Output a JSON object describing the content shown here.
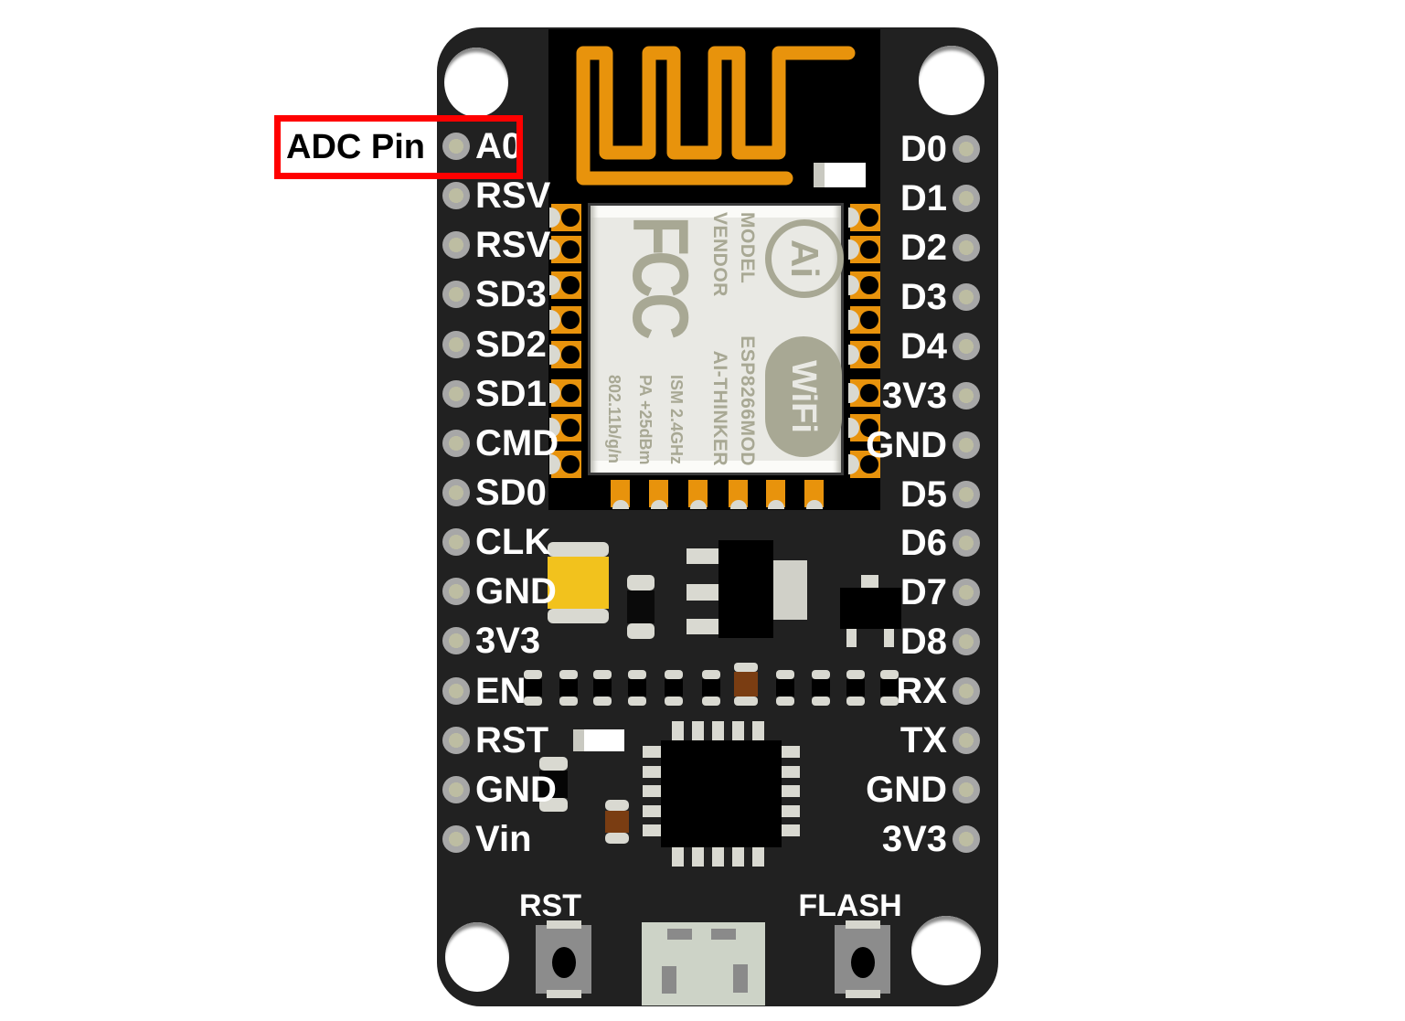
{
  "annotation": {
    "label": "ADC Pin"
  },
  "board": {
    "pins": {
      "left": [
        "A0",
        "RSV",
        "RSV",
        "SD3",
        "SD2",
        "SD1",
        "CMD",
        "SD0",
        "CLK",
        "GND",
        "3V3",
        "EN",
        "RST",
        "GND",
        "Vin"
      ],
      "right": [
        "D0",
        "D1",
        "D2",
        "D3",
        "D4",
        "3V3",
        "GND",
        "D5",
        "D6",
        "D7",
        "D8",
        "RX",
        "TX",
        "GND",
        "3V3"
      ]
    },
    "buttons": {
      "reset_label": "RST",
      "flash_label": "FLASH"
    },
    "esp_module": {
      "ai_logo": "Ai",
      "wifi_logo": "WiFi",
      "fcc_logo": "FCC",
      "model_label": "MODEL",
      "model_value": "ESP8266MOD",
      "vendor_label": "VENDOR",
      "vendor_value": "AI-THINKER",
      "spec_lines": [
        "ISM 2.4GHz",
        "PA +25dBm",
        "802.11b/g/n"
      ]
    },
    "colors": {
      "board": "#212121",
      "module": "#000000",
      "antenna_trace": "#E8930C",
      "highlight_red": "#FF0000",
      "shield_silver": "#E9E9E4",
      "silkscreen": "#A8A894",
      "capacitor_yellow": "#F2C21D",
      "component_brown": "#7A3D12",
      "pin_label_white": "#FFFFFF"
    }
  }
}
